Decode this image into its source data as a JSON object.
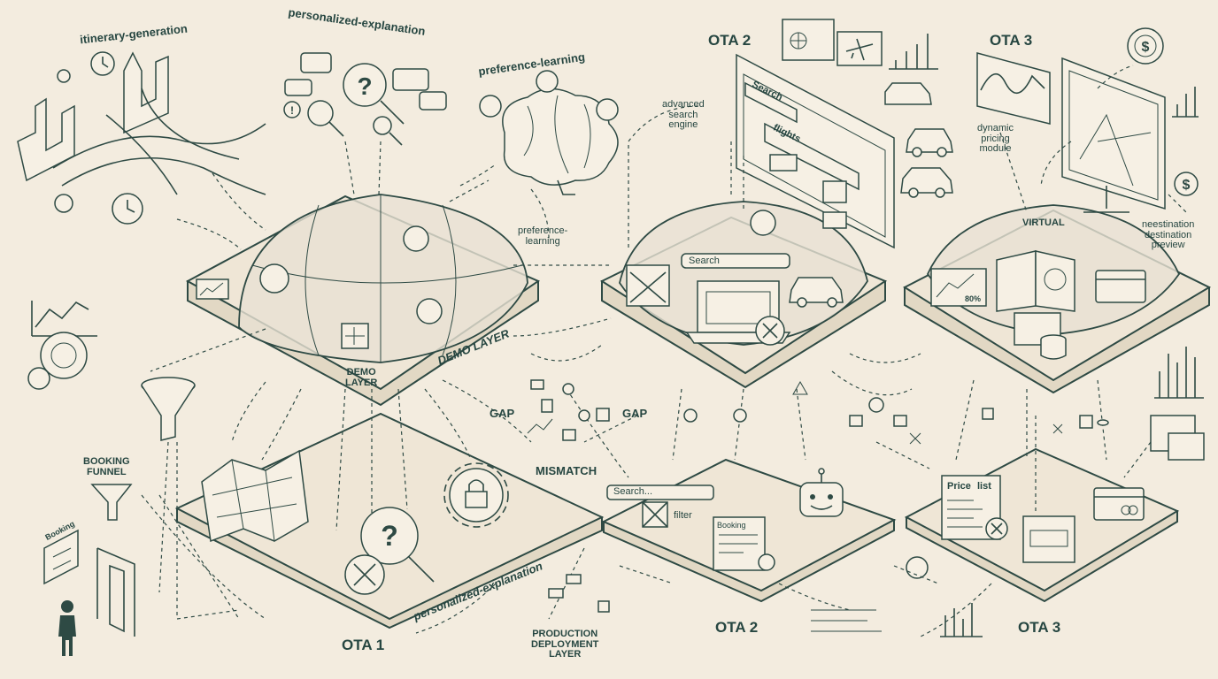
{
  "labels": {
    "itinerary_generation": "itinerary-generation",
    "personalized_explanation_top": "personalized-explanation",
    "preference_learning_top": "preference-learning",
    "preference_learning_mid": "preference-\nlearning",
    "ota2_top": "OTA 2",
    "ota3_top": "OTA 3",
    "advanced_search_engine": "advanced\nsearch\nengine",
    "dynamic_pricing_module": "dynamic\npricing\nmodule",
    "search_screen": "Search",
    "flights_field": "flights",
    "search_bar_mid": "Search",
    "virtual": "VIRTUAL",
    "destination_preview": "neestination\ndestination\npreview",
    "demo_layer_front": "DEMO\nLAYER",
    "demo_layer_side": "DEMO LAYER",
    "gap_left": "GAP",
    "gap_right": "GAP",
    "mismatch": "MISMATCH",
    "booking_funnel": "BOOKING\nFUNNEL",
    "booking": "Booking",
    "search_lower": "Search...",
    "filter": "filter",
    "booking_form": "Booking",
    "price_list_a": "Price",
    "price_list_b": "list",
    "discount_badge": "80%",
    "personalized_explanation_bottom": "personalized-explanation",
    "ota1": "OTA 1",
    "ota2_bottom": "OTA 2",
    "ota3_bottom": "OTA 3",
    "production_layer": "PRODUCTION\nDEPLOYMENT\nLAYER"
  },
  "colors": {
    "background": "#f3ecdf",
    "ink": "#2e4a44"
  },
  "icons": [
    "clock-icon",
    "question-icon",
    "magnifier-icon",
    "brain-icon",
    "chat-bubble-icon",
    "airplane-icon",
    "car-icon",
    "dollar-icon",
    "gear-lock-icon",
    "robot-icon",
    "funnel-icon",
    "cross-circle-icon",
    "credit-card-icon",
    "database-icon",
    "bar-chart-icon",
    "globe-icon",
    "person-icon",
    "doorway-icon"
  ]
}
